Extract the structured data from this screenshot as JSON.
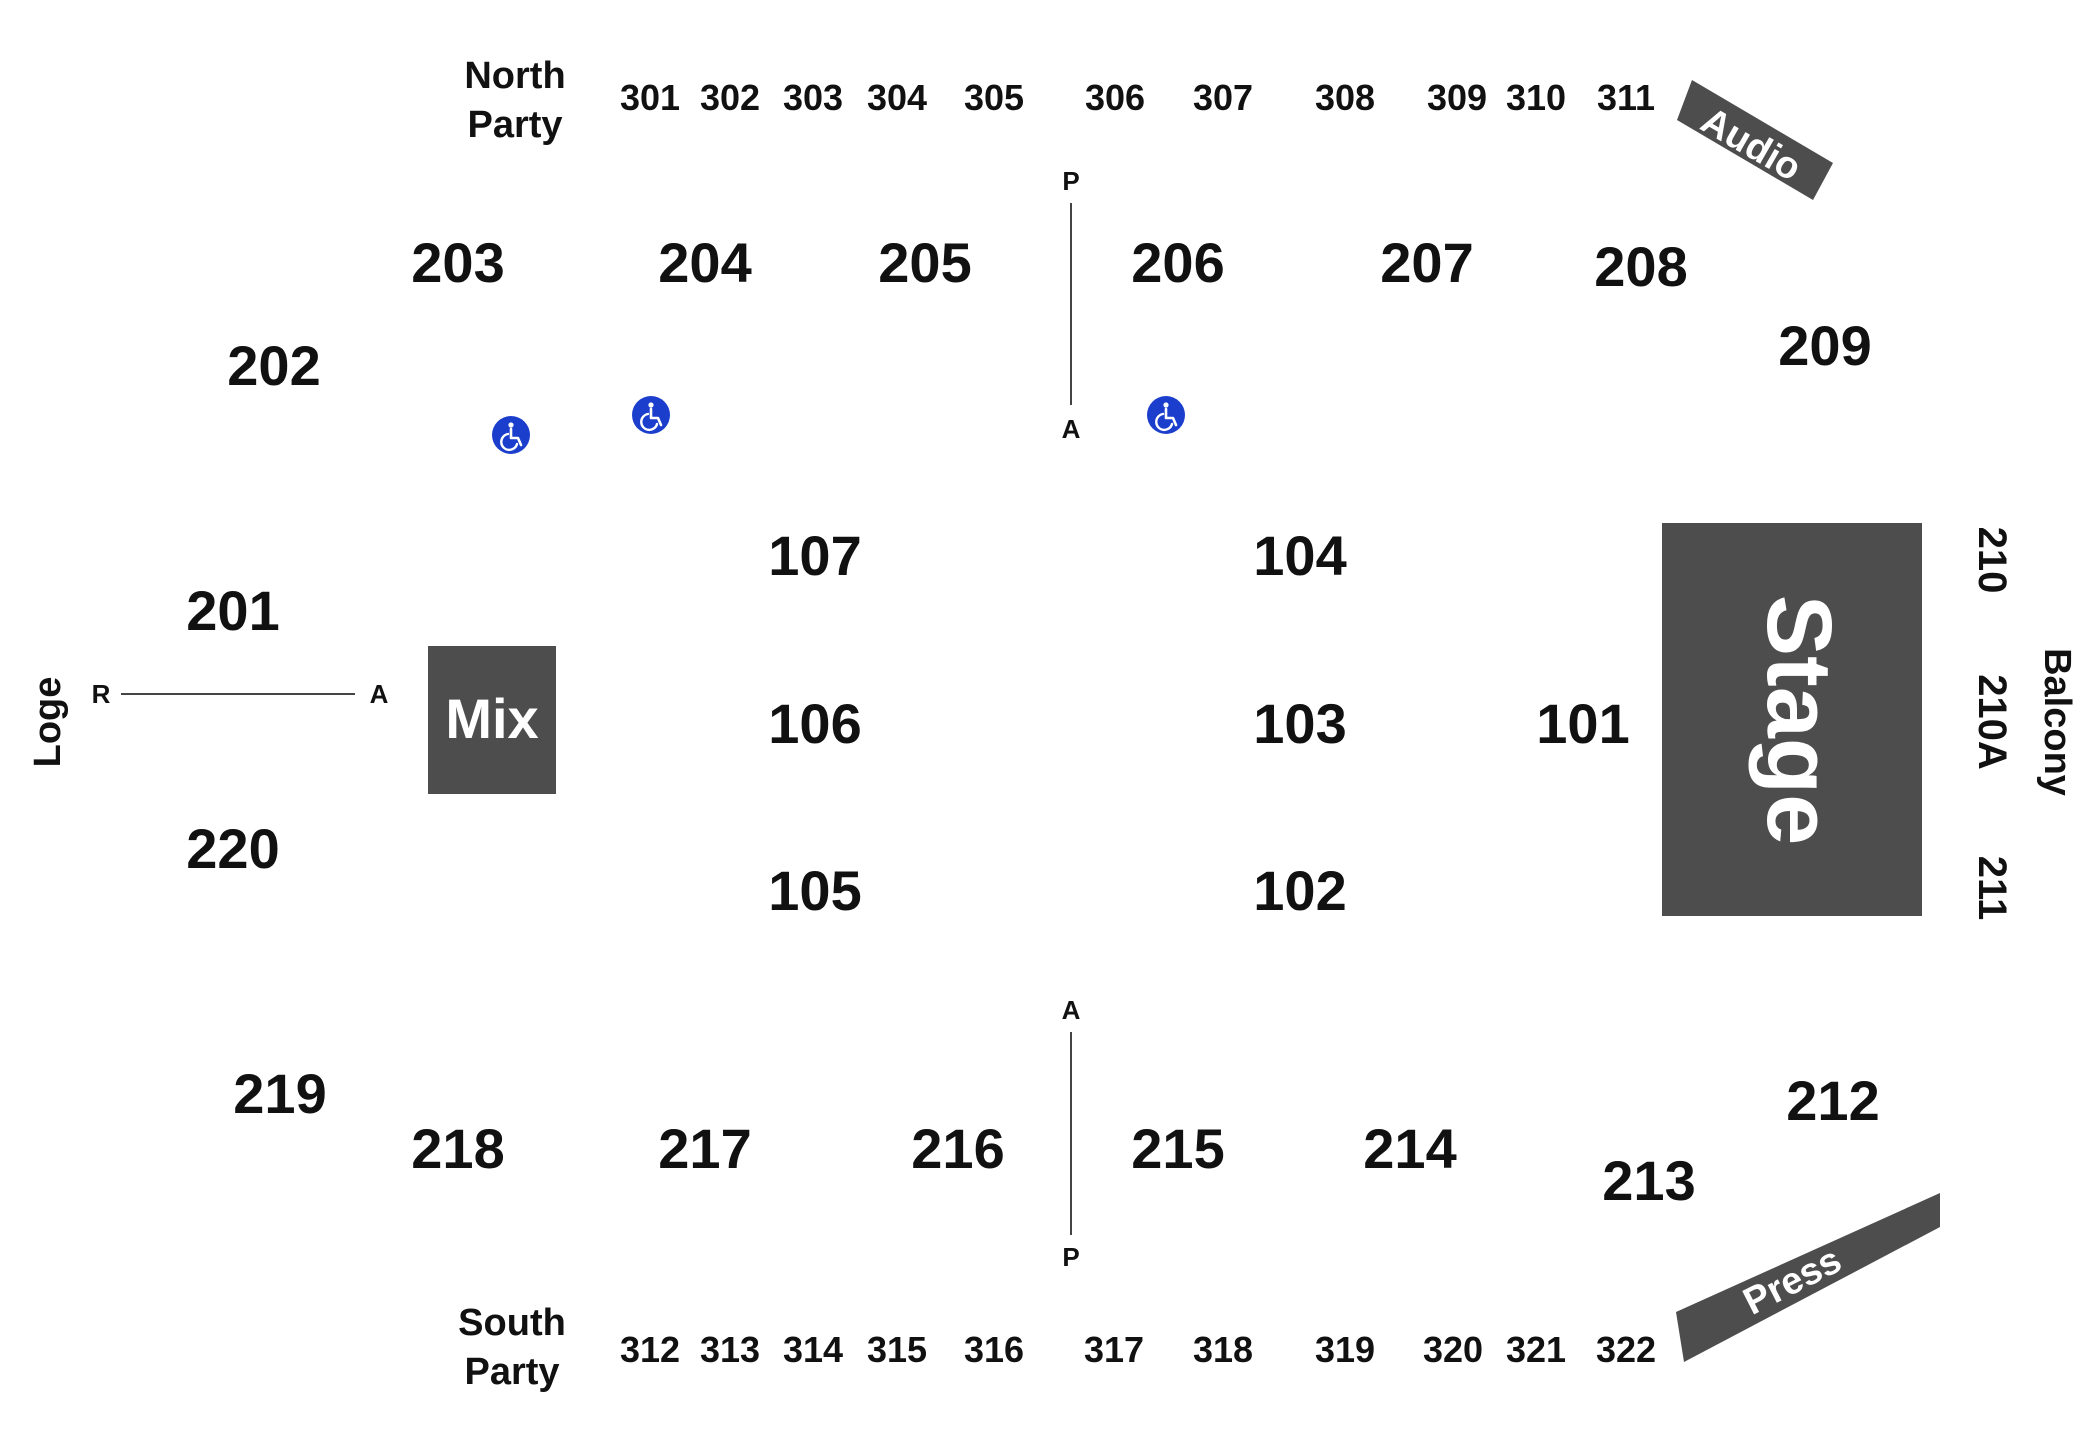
{
  "colors": {
    "block": "#4d4d4d",
    "accessible": "#1b3fcc",
    "text": "#111111",
    "line": "#444444"
  },
  "labels": {
    "north_party": [
      "North",
      "Party"
    ],
    "south_party": [
      "South",
      "Party"
    ],
    "loge": "Loge",
    "balcony": "Balcony",
    "mix": "Mix",
    "stage": "Stage",
    "audio": "Audio",
    "press": "Press"
  },
  "markers": {
    "north_aisle": {
      "top": "P",
      "bottom": "A"
    },
    "south_aisle": {
      "top": "A",
      "bottom": "P"
    },
    "loge_aisle": {
      "left": "R",
      "right": "A"
    }
  },
  "sections": {
    "north_300": [
      "301",
      "302",
      "303",
      "304",
      "305",
      "306",
      "307",
      "308",
      "309",
      "310",
      "311"
    ],
    "south_300": [
      "312",
      "313",
      "314",
      "315",
      "316",
      "317",
      "318",
      "319",
      "320",
      "321",
      "322"
    ],
    "upper_200_north": [
      "203",
      "204",
      "205",
      "206",
      "207",
      "208",
      "209",
      "202"
    ],
    "upper_200_west": [
      "201",
      "220",
      "219"
    ],
    "upper_200_south": [
      "218",
      "217",
      "216",
      "215",
      "214",
      "213",
      "212"
    ],
    "balcony": [
      "210",
      "210A",
      "211"
    ],
    "floor_100": [
      "107",
      "106",
      "105",
      "104",
      "103",
      "102",
      "101"
    ]
  },
  "icons": {
    "accessible_seating": "wheelchair-icon"
  }
}
